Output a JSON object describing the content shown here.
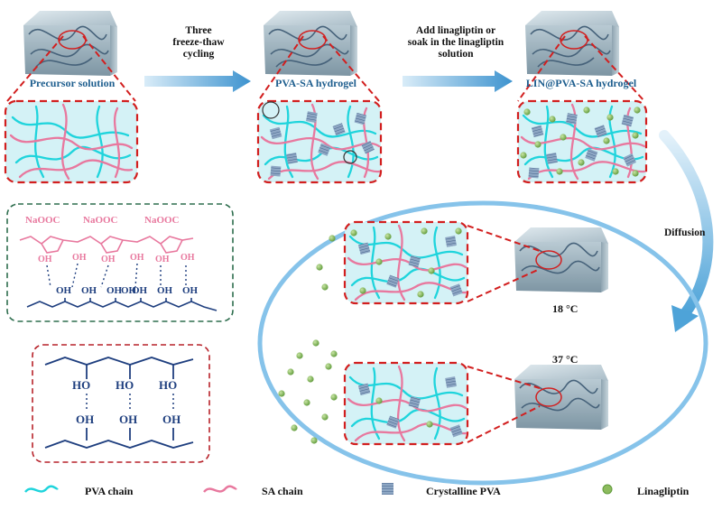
{
  "stages": [
    {
      "label": "Precursor solution"
    },
    {
      "label": "PVA-SA hydrogel"
    },
    {
      "label": "LIN@PVA-SA hydrogel"
    }
  ],
  "steps": [
    {
      "lines": [
        "Three",
        "freeze-thaw",
        "cycling"
      ]
    },
    {
      "lines": [
        "Add linagliptin or",
        "soak in the linagliptin",
        "solution"
      ]
    },
    {
      "lines": [
        "Diffusion"
      ]
    }
  ],
  "release": {
    "temp_low": "18 °C",
    "temp_high": "37 °C"
  },
  "sa_structure": {
    "groups": [
      "NaOOC",
      "NaOOC",
      "NaOOC"
    ],
    "oh_top": [
      "OH",
      "OH",
      "OH",
      "OH",
      "OH",
      "OH"
    ],
    "oh_pva": [
      "OH",
      "OH",
      "OH",
      "OH",
      "OH",
      "OH",
      "OH"
    ]
  },
  "pva_structure": {
    "ho_top": [
      "HO",
      "HO",
      "HO"
    ],
    "oh_bottom": [
      "OH",
      "OH",
      "OH"
    ]
  },
  "legend": [
    {
      "label": "PVA chain"
    },
    {
      "label": "SA chain"
    },
    {
      "label": "Crystalline PVA"
    },
    {
      "label": "Linagliptin"
    }
  ],
  "colors": {
    "pva": "#1fd4dc",
    "sa": "#e8789e",
    "crystal": "#5d7fa8",
    "drug": "#8dbb5e",
    "arrow": "#4fa3d6",
    "dash_red": "#d21f1f",
    "sa_box": "#2e6e4e",
    "pva_box": "#b7222a",
    "sa_text": "#e8789e",
    "pva_text": "#1f3f7f",
    "ellipse": "#86c3ea",
    "panel_bg": "#d4f2f6"
  }
}
